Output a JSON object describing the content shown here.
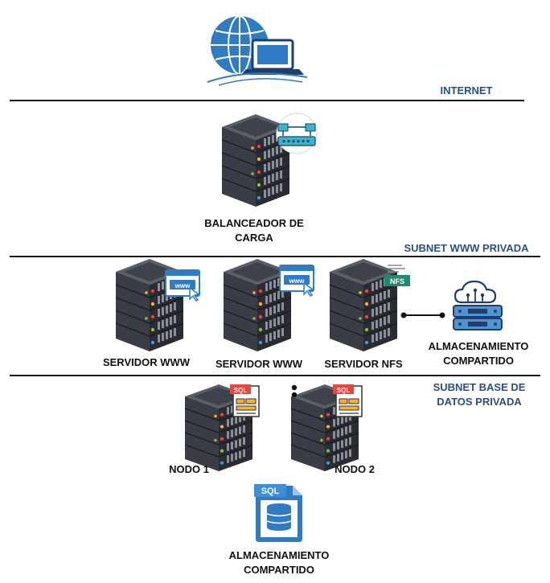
{
  "zones": {
    "internet": "INTERNET",
    "subnet_www": "SUBNET WWW PRIVADA",
    "subnet_db_line1": "SUBNET BASE DE",
    "subnet_db_line2": "DATOS PRIVADA"
  },
  "nodes": {
    "balancer_line1": "BALANCEADOR DE",
    "balancer_line2": "CARGA",
    "www1": "SERVIDOR WWW",
    "www2": "SERVIDOR WWW",
    "nfs": "SERVIDOR NFS",
    "storage_line1": "ALMACENAMIENTO",
    "storage_line2": "COMPARTIDO",
    "node1": "NODO 1",
    "node2": "NODO 2",
    "db_storage_line1": "ALMACENAMIENTO",
    "db_storage_line2": "COMPARTIDO"
  },
  "badges": {
    "www": "www",
    "nfs": "NFS",
    "sql": "SQL"
  },
  "icons": {
    "internet": "globe-laptop-icon",
    "server": "server-rack-icon",
    "network": "network-switch-icon",
    "cloud_storage": "cloud-storage-icon",
    "database": "sql-database-icon"
  },
  "colors": {
    "zone_text": "#2b4e86",
    "rule": "#1b1b1b",
    "server_dark": "#3a3d45",
    "server_side": "#2a2c32",
    "accent_blue": "#2f7bc4"
  }
}
